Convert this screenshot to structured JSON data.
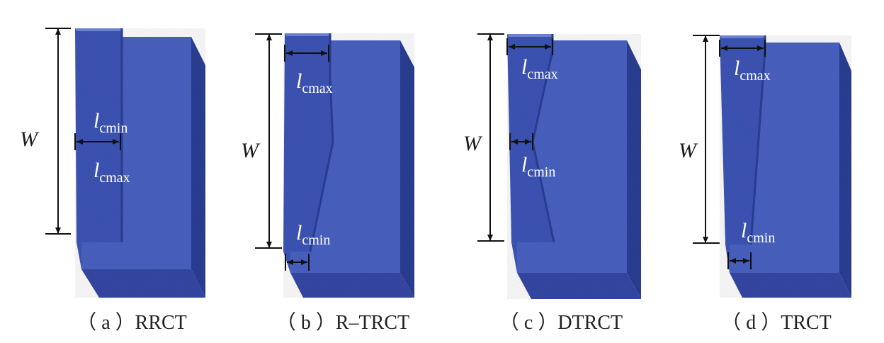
{
  "colors": {
    "front": "#4a63c4",
    "front_dark": "#3e55b8",
    "step": "#3f56b8",
    "side": "#2b3f95",
    "bottom": "#3548a6",
    "top": "#6f86df",
    "arrow": "#111111"
  },
  "panels": [
    {
      "caption": "（ a ）RRCT",
      "w_label": "W",
      "upper_label": {
        "var": "l",
        "sub": "cmin"
      },
      "lower_label": {
        "var": "l",
        "sub": "cmax"
      }
    },
    {
      "caption": "（ b ）R–TRCT",
      "w_label": "W",
      "upper_label": {
        "var": "l",
        "sub": "cmax"
      },
      "lower_label": {
        "var": "l",
        "sub": "cmin"
      }
    },
    {
      "caption": "（ c ）DTRCT",
      "w_label": "W",
      "upper_label": {
        "var": "l",
        "sub": "cmax"
      },
      "lower_label": {
        "var": "l",
        "sub": "cmin"
      }
    },
    {
      "caption": "（ d ）TRCT",
      "w_label": "W",
      "upper_label": {
        "var": "l",
        "sub": "cmax"
      },
      "lower_label": {
        "var": "l",
        "sub": "cmin"
      }
    }
  ]
}
